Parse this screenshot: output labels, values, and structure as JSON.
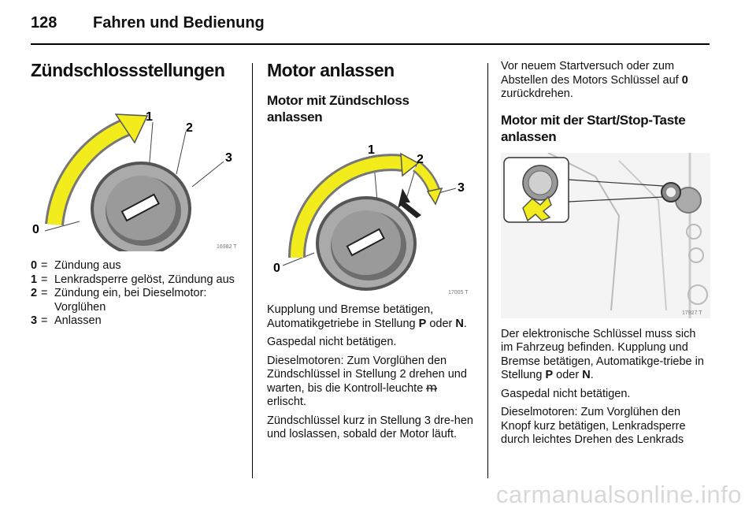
{
  "header": {
    "page_number": "128",
    "chapter": "Fahren und Bedienung"
  },
  "col1": {
    "title": "Zündschlossstellungen",
    "figure_id": "16982 T",
    "figure_labels": [
      "0",
      "1",
      "2",
      "3"
    ],
    "legend": [
      {
        "key": "0",
        "eq": "=",
        "text": "Zündung aus"
      },
      {
        "key": "1",
        "eq": "=",
        "text": "Lenkradsperre gelöst, Zündung aus"
      },
      {
        "key": "2",
        "eq": "=",
        "text": "Zündung ein, bei Dieselmotor: Vorglühen"
      },
      {
        "key": "3",
        "eq": "=",
        "text": "Anlassen"
      }
    ]
  },
  "col2": {
    "title": "Motor anlassen",
    "subtitle": "Motor mit Zündschloss anlassen",
    "figure_id": "17005 T",
    "figure_labels": [
      "0",
      "1",
      "2",
      "3"
    ],
    "p1_pre": "Kupplung und Bremse betätigen, Automatikgetriebe in Stellung ",
    "p1_b1": "P",
    "p1_mid": " oder ",
    "p1_b2": "N",
    "p1_post": ".",
    "p2": "Gaspedal nicht betätigen.",
    "p3_pre": "Dieselmotoren: Zum Vorglühen den Zündschlüssel in Stellung 2 drehen und warten, bis die Kontroll-leuchte ",
    "p3_symbol": "ᵯ",
    "p3_post": " erlischt.",
    "p4": "Zündschlüssel kurz in Stellung 3 dre-hen und loslassen, sobald der Motor läuft."
  },
  "col3": {
    "p0_pre": "Vor neuem Startversuch oder zum Abstellen des Motors Schlüssel auf ",
    "p0_b": "0",
    "p0_post": " zurückdrehen.",
    "subtitle": "Motor mit der Start/Stop-Taste anlassen",
    "figure_id": "17927 T",
    "p1": "Der elektronische Schlüssel muss sich im Fahrzeug befinden. Kupplung und Bremse betätigen, Automatikge-triebe in Stellung ",
    "p1_b1": "P",
    "p1_mid": " oder ",
    "p1_b2": "N",
    "p1_post": ".",
    "p2": "Gaspedal nicht betätigen.",
    "p3": "Dieselmotoren: Zum Vorglühen den Knopf kurz betätigen, Lenkradsperre durch leichtes Drehen des Lenkrads"
  },
  "watermark": "carmanualsonline.info"
}
